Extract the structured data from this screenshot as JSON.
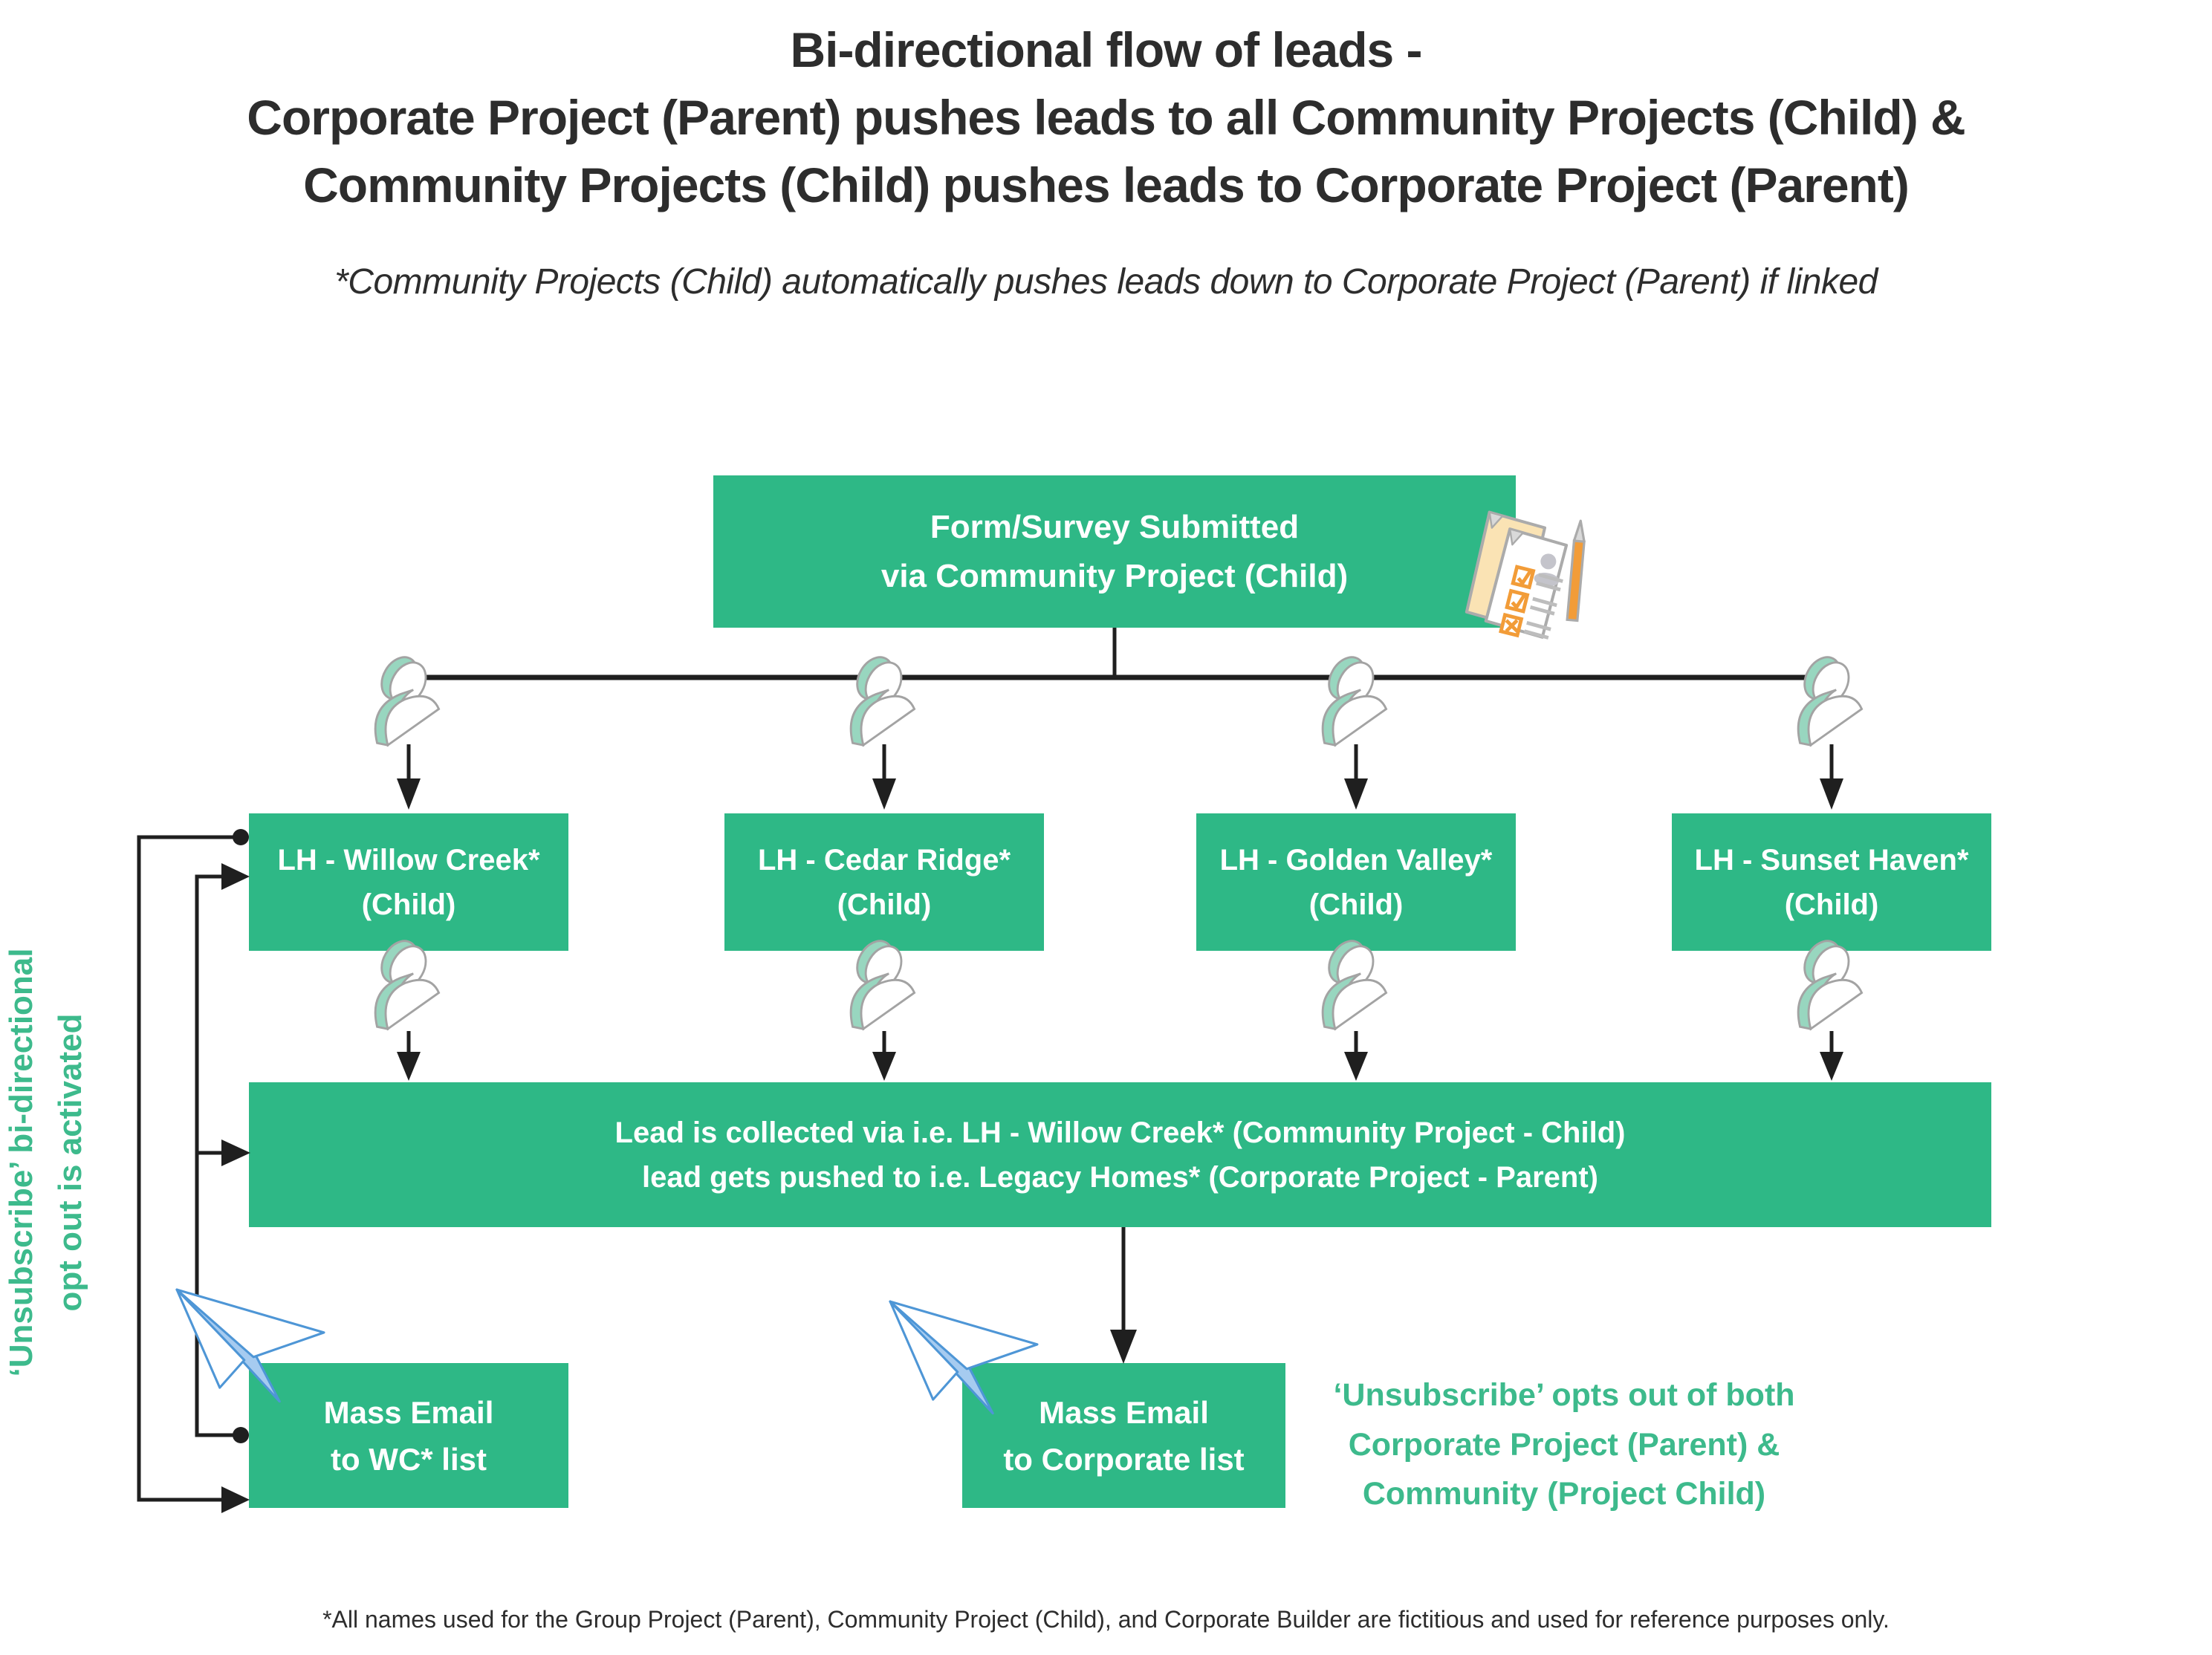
{
  "title": {
    "line1": "Bi-directional flow of leads -",
    "line2": "Corporate Project (Parent) pushes leads to all Community Projects (Child) &",
    "line3": "Community Projects (Child) pushes leads to Corporate Project (Parent)"
  },
  "subtitle": "*Community Projects (Child) automatically pushes leads down to Corporate Project (Parent) if linked",
  "form_box": {
    "line1": "Form/Survey Submitted",
    "line2": "via Community Project (Child)"
  },
  "child_boxes": [
    {
      "line1": "LH - Willow Creek*",
      "line2": "(Child)"
    },
    {
      "line1": "LH - Cedar Ridge*",
      "line2": "(Child)"
    },
    {
      "line1": "LH - Golden Valley*",
      "line2": "(Child)"
    },
    {
      "line1": "LH - Sunset Haven*",
      "line2": "(Child)"
    }
  ],
  "lead_box": {
    "line1": "Lead is collected via i.e. LH - Willow Creek* (Community Project - Child)",
    "line2": "lead gets pushed to i.e. Legacy Homes* (Corporate Project - Parent)"
  },
  "mass_email_wc_box": {
    "line1": "Mass Email",
    "line2": "to WC* list"
  },
  "mass_email_corporate_box": {
    "line1": "Mass Email",
    "line2": "to Corporate list"
  },
  "left_note": {
    "line1": "‘Unsubscribe’ bi-directional",
    "line2": "opt out is activated"
  },
  "right_note": {
    "line1": "‘Unsubscribe’ opts out of both",
    "line2": "Corporate Project (Parent) &",
    "line3": "Community (Project Child)"
  },
  "footer": "*All names used for the Group Project (Parent), Community Project (Child), and Corporate Builder are fictitious and used for reference purposes only.",
  "colors": {
    "box_green": "#2eb886",
    "note_green": "#3dba8c",
    "line_black": "#1f1f1f",
    "person_teal": "#98d6bf",
    "plane_stroke_blue": "#4e96d6",
    "plane_fill_blue": "#a6cbf0",
    "survey_orange": "#f29c38",
    "survey_cream": "#fae3b4"
  },
  "icons": {
    "survey": "form-survey-icon",
    "person": "lead-person-icon",
    "plane": "paper-plane-icon"
  }
}
